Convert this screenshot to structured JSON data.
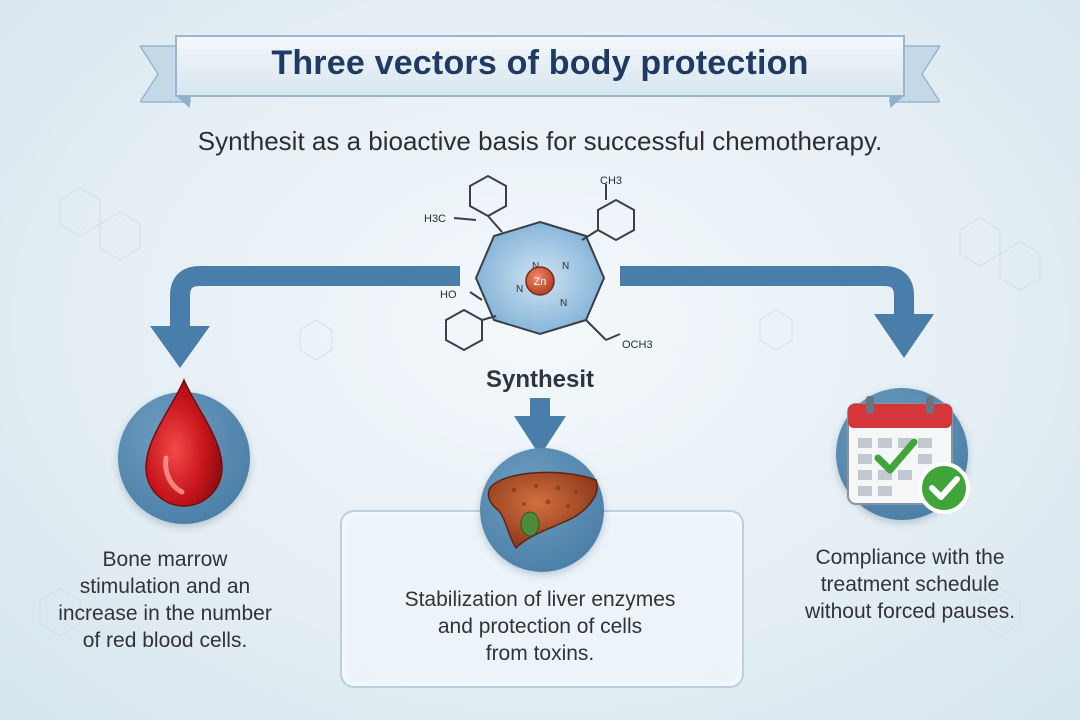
{
  "header": {
    "title": "Three vectors of body protection",
    "subtitle": "Synthesit as a bioactive basis for successful chemotherapy."
  },
  "molecule": {
    "name": "Synthesit",
    "center_atom": "Zn",
    "atom_n": "N",
    "atom_o": "O",
    "group_methyl": "CH3",
    "group_h3c": "H3C",
    "group_ho": "HO",
    "group_och3": "OCH3"
  },
  "vectors": [
    {
      "icon": "blood-drop-icon",
      "caption": "Bone marrow\nstimulation and an\nincrease in the number\nof red blood cells."
    },
    {
      "icon": "liver-icon",
      "caption": "Stabilization of liver enzymes\nand protection of cells\nfrom toxins."
    },
    {
      "icon": "calendar-check-icon",
      "caption": "Compliance with the\ntreatment schedule\nwithout forced pauses."
    }
  ],
  "colors": {
    "title": "#1f3b63",
    "arrow": "#4a7eaa",
    "icon_circle": "#4f82aa",
    "blood": "#c8161c",
    "liver": "#a8482a",
    "check": "#3fa43a",
    "calendar_red": "#d4363a"
  }
}
